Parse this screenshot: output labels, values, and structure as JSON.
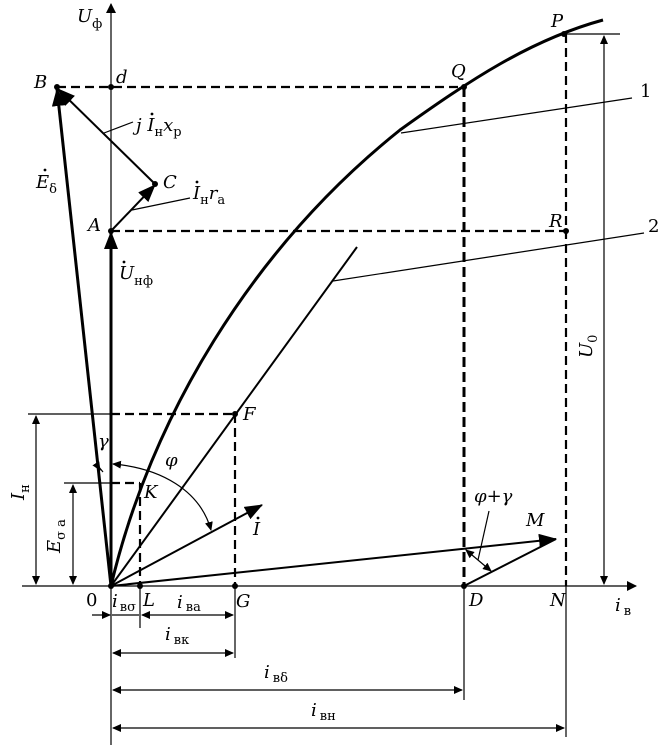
{
  "labels": {
    "axis_y": "U",
    "axis_y_sub": "ф",
    "axis_x": "i",
    "axis_x_sub": "в",
    "origin": "0",
    "B": "B",
    "d": "d",
    "Q": "Q",
    "P": "P",
    "R": "R",
    "A": "A",
    "C": "C",
    "F": "F",
    "K": "K",
    "L": "L",
    "G": "G",
    "D": "D",
    "N": "N",
    "M": "M",
    "curve1": "1",
    "curve2": "2",
    "E_delta": "E",
    "E_delta_sub": "δ",
    "jIx_j": "j ",
    "jIx_I": "I",
    "jIx_I_sub": "н",
    "jIx_x": "x",
    "jIx_x_sub": "p",
    "Ir_I": "I",
    "Ir_I_sub": "н",
    "Ir_r": "r",
    "Ir_r_sub": "a",
    "U_nf": "U",
    "U_nf_sub": "нф",
    "U0": "U",
    "U0_sub": "0",
    "I_vec": "I",
    "I_n": "I",
    "I_n_sub": "н",
    "E_sigma_a": "E",
    "E_sigma_a_sub": "σ a",
    "gamma": "γ",
    "phi": "φ",
    "phi_plus_gamma": "φ+γ",
    "i_vsigma": "i",
    "i_vsigma_sub": "вσ",
    "i_va": "i",
    "i_va_sub": "вa",
    "i_vk": "i",
    "i_vk_sub": "вк",
    "i_vdelta": "i",
    "i_vdelta_sub": "вδ",
    "i_vn": "i",
    "i_vn_sub": "вн"
  },
  "legend_curves": [
    "1",
    "2"
  ]
}
